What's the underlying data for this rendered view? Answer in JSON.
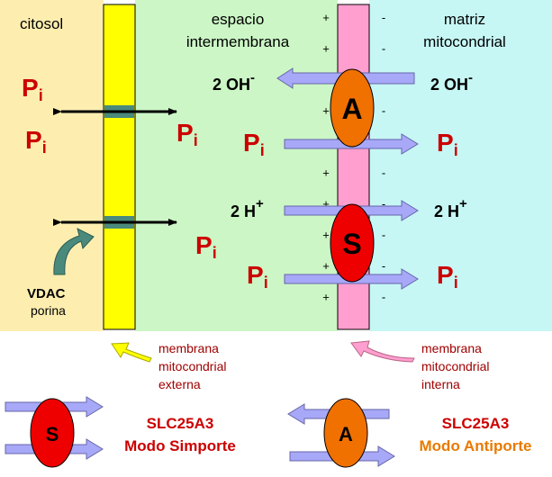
{
  "regions": {
    "cytosol": "citosol",
    "intermembrane": [
      "espacio",
      "intermembrana"
    ],
    "matrix": [
      "matriz",
      "mitocondrial"
    ]
  },
  "phosphate": {
    "letter": "P",
    "subscript": "i"
  },
  "hydroxide": {
    "text": "2 OH",
    "charge": "-"
  },
  "proton": {
    "text": "2 H",
    "charge": "+"
  },
  "signs": {
    "plus": "+",
    "minus": "-"
  },
  "transporters": {
    "antiporter": "A",
    "symporter": "S"
  },
  "vdac": [
    "VDAC",
    "porina"
  ],
  "membranes": {
    "outer": [
      "membrana",
      "mitocondrial",
      "externa"
    ],
    "inner": [
      "membrana",
      "mitocondrial",
      "interna"
    ]
  },
  "legend": {
    "symport": {
      "line1": "SLC25A3",
      "line2": "Modo Simporte"
    },
    "antiport": {
      "line1": "SLC25A3",
      "line2": "Modo Antiporte"
    }
  },
  "colors": {
    "cytosol": "#fdeeb0",
    "intermembrane": "#ccf6c6",
    "matrix": "#c6f7f5",
    "outer_membrane": "#ffff00",
    "inner_membrane": "#ff9fcf",
    "porin_channel": "#4a8a7c",
    "arrow": "#a8a8f8",
    "transporter_A": "#f07000",
    "transporter_S": "#ee0000",
    "phosphate": "#cc0000",
    "note_text": "#a00000",
    "antiport_text": "#e87a00",
    "legend_text": "#cc0000"
  }
}
